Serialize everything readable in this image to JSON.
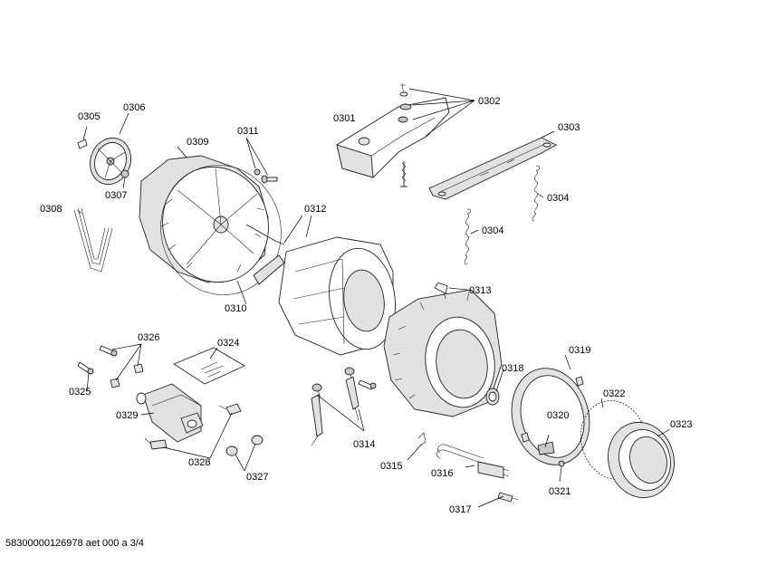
{
  "diagram": {
    "footer_code": "58300000126978 aet 000 a 3/4",
    "parts": {
      "p0301": "0301",
      "p0302": "0302",
      "p0303": "0303",
      "p0304a": "0304",
      "p0304b": "0304",
      "p0305": "0305",
      "p0306": "0306",
      "p0307": "0307",
      "p0308": "0308",
      "p0309": "0309",
      "p0310": "0310",
      "p0311": "0311",
      "p0312": "0312",
      "p0313": "0313",
      "p0314": "0314",
      "p0315": "0315",
      "p0316": "0316",
      "p0317": "0317",
      "p0318": "0318",
      "p0319": "0319",
      "p0320": "0320",
      "p0321": "0321",
      "p0322": "0322",
      "p0323": "0323",
      "p0324": "0324",
      "p0325": "0325",
      "p0326": "0326",
      "p0327": "0327",
      "p0328": "0328",
      "p0329": "0329"
    }
  }
}
